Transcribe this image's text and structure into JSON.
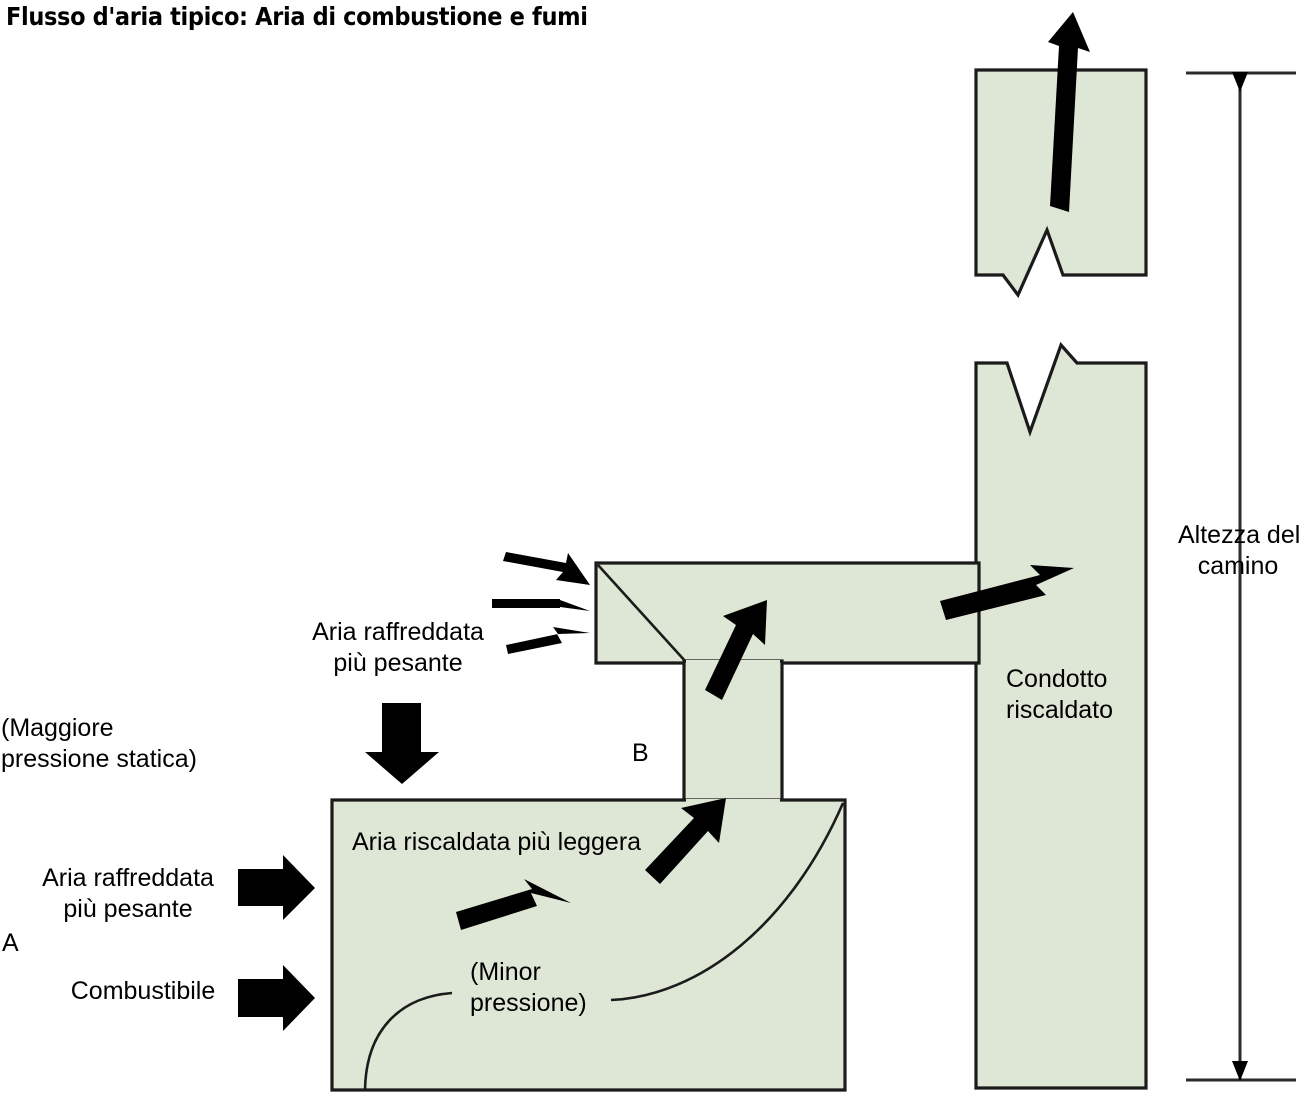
{
  "title": "Flusso d'aria tipico: Aria di combustione e fumi",
  "colors": {
    "duct_fill": "#dee7d6",
    "outline": "#1b1b1b",
    "arrow": "#000000",
    "text": "#000000",
    "background": "#ffffff"
  },
  "labels": {
    "chimney_height": "Altezza del\ncamino",
    "heated_duct": "Condotto\nriscaldato",
    "cooled_air_top": "Aria raffreddata\npiù pesante",
    "higher_static_pressure": "(Maggiore\npressione statica)",
    "cooled_air_left": "Aria raffreddata\npiù pesante",
    "fuel": "Combustibile",
    "heated_air": "Aria riscaldata più leggera",
    "lower_pressure": "(Minor\npressione)",
    "marker_a": "A",
    "marker_b": "B"
  },
  "elements": {
    "chimney_top_stub": "chimney-top-section",
    "chimney_stack": "chimney-lower-section",
    "horizontal_duct": "horizontal-duct",
    "riser_duct": "vertical-riser-duct",
    "furnace_box": "furnace-chamber",
    "break_symbol": "chimney-break-symbol",
    "flame_curve": "burner-flame-curve",
    "dimension_line": "chimney-height-dimension-line"
  },
  "arrows": {
    "chimney_exhaust": "exhaust-flow-arrow-up",
    "duct_to_stack": "duct-to-stack-flow-arrow",
    "riser_flow": "riser-flow-arrow",
    "furnace_to_riser": "furnace-to-riser-flow-arrow",
    "furnace_internal": "furnace-internal-flow-arrow",
    "inlet_thin_upper": "cooled-air-inlet-arrow-upper",
    "inlet_thin_middle": "cooled-air-inlet-arrow-middle",
    "inlet_thin_lower": "cooled-air-inlet-arrow-lower",
    "downdraft_block": "cooled-air-downdraft-arrow",
    "air_intake_block": "cooled-air-intake-arrow",
    "fuel_intake_block": "fuel-intake-arrow"
  }
}
